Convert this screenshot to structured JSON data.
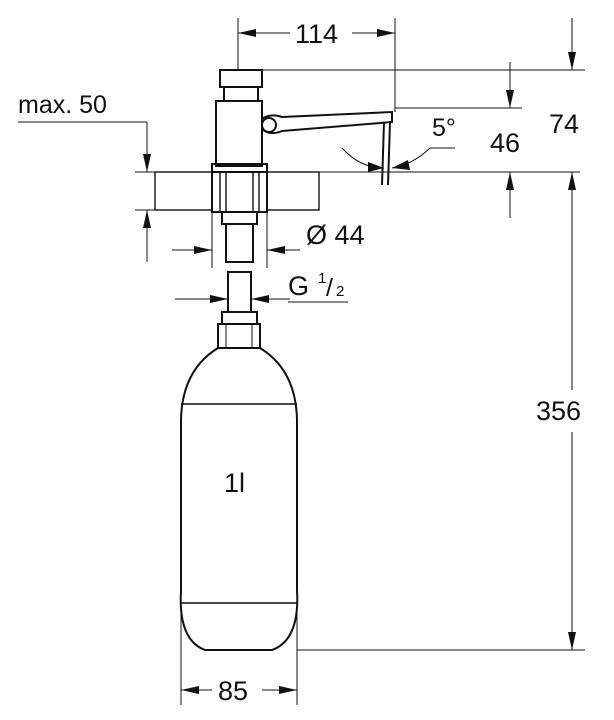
{
  "dimensions": {
    "top_width": "114",
    "max_thickness": "max. 50",
    "angle": "5°",
    "height_74": "74",
    "height_46": "46",
    "diameter": "Ø 44",
    "thread_prefix": "G ",
    "thread_num": "1",
    "thread_slash": "/",
    "thread_den": "2",
    "height_356": "356",
    "bottle_width": "85"
  },
  "bottle": {
    "capacity_label": "1l"
  },
  "colors": {
    "line": "#111111",
    "background": "#ffffff"
  }
}
